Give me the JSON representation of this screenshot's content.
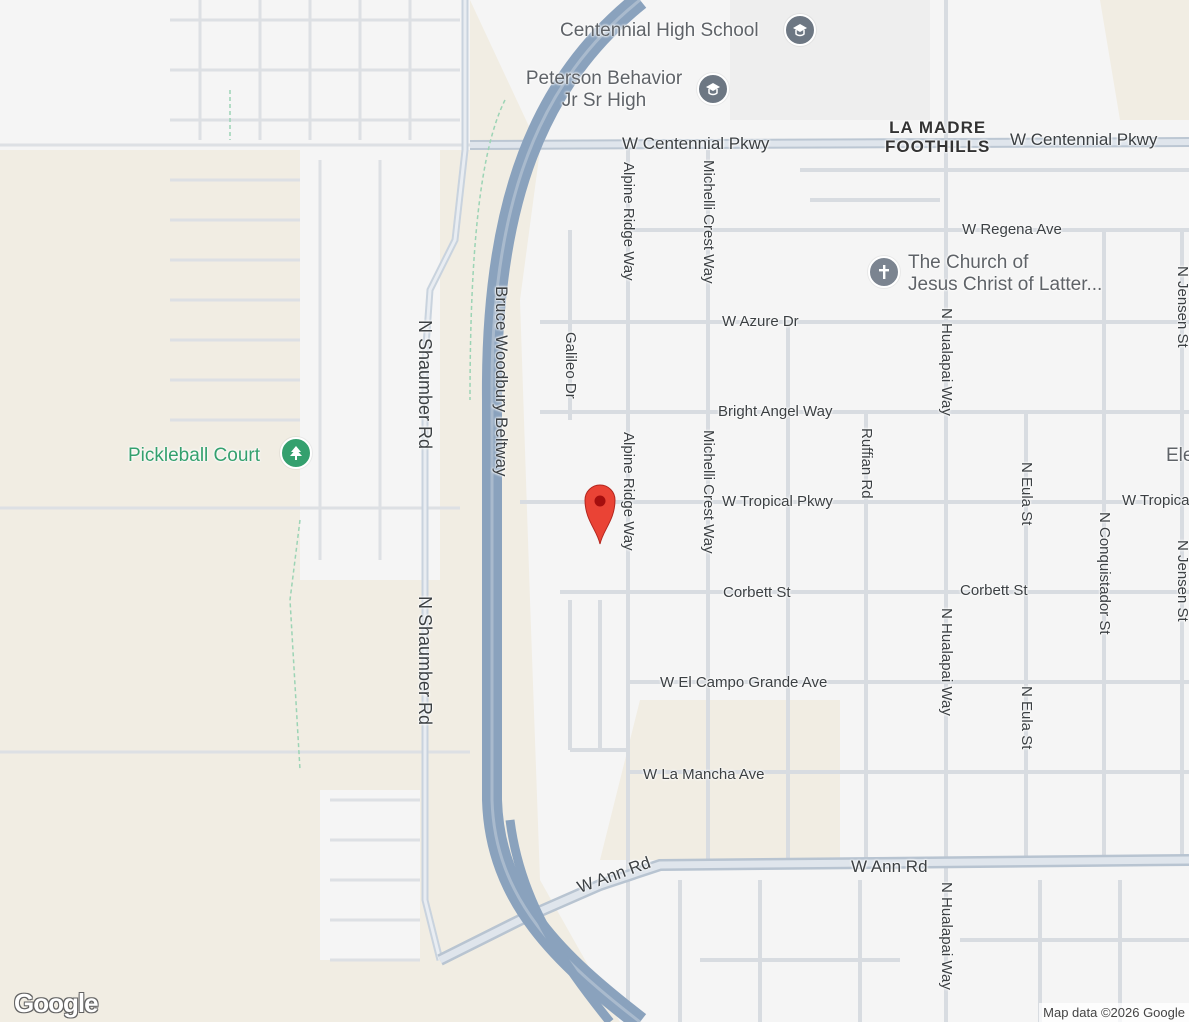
{
  "map": {
    "pois": {
      "school1": "Centennial High School",
      "school2_line1": "Peterson Behavior",
      "school2_line2": "Jr Sr High",
      "church_line1": "The Church of",
      "church_line2": "Jesus Christ of Latter...",
      "park": "Pickleball Court"
    },
    "area": {
      "line1": "LA MADRE",
      "line2": "FOOTHILLS"
    },
    "roads": {
      "centennial_w": "W Centennial Pkwy",
      "centennial_e": "W Centennial Pkwy",
      "regena": "W Regena Ave",
      "azure": "W Azure Dr",
      "bright_angel": "Bright Angel Way",
      "tropical": "W Tropical Pkwy",
      "tropical_e": "W Tropica",
      "corbett": "Corbett St",
      "corbett_e": "Corbett St",
      "el_campo": "W El Campo Grande Ave",
      "la_mancha": "W La Mancha Ave",
      "ann_w": "W Ann Rd",
      "ann_e": "W Ann Rd",
      "alpine1": "Alpine Ridge Way",
      "alpine2": "Alpine Ridge Way",
      "michelli1": "Michelli Crest Way",
      "michelli2": "Michelli Crest Way",
      "galileo": "Galileo Dr",
      "ruffian": "Ruffian Rd",
      "hualapai1": "N Hualapai Way",
      "hualapai2": "N Hualapai Way",
      "hualapai3": "N Hualapai Way",
      "eula1": "N Eula St",
      "eula2": "N Eula St",
      "conquistador": "N Conquistador St",
      "jensen1": "N Jensen St",
      "jensen2": "N Jensen St",
      "shaumber1": "N Shaumber Rd",
      "shaumber2": "N Shaumber Rd",
      "beltway": "Bruce Woodbury Beltway",
      "partial_el": "Ele"
    },
    "logo": "Google",
    "attribution": "Map data ©2026 Google",
    "colors": {
      "land": "#f1efe9",
      "urban": "#f5f4f4",
      "road": "#d8dde3",
      "highway": "#8aa2bd",
      "pin": "#ea4335",
      "park": "#34a06e"
    }
  }
}
